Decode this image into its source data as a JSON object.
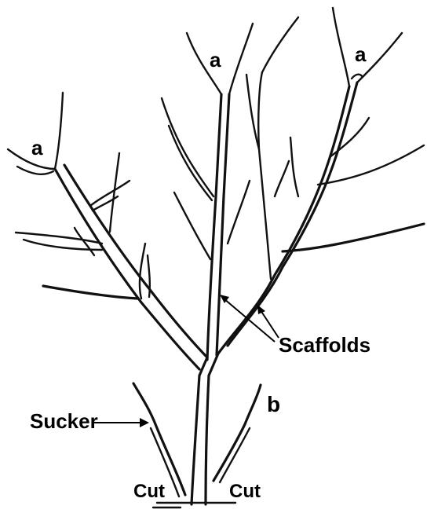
{
  "diagram": {
    "labels": {
      "a_left": "a",
      "a_center": "a",
      "a_right": "a",
      "scaffolds": "Scaffolds",
      "sucker": "Sucker",
      "b": "b",
      "cut_left": "Cut",
      "cut_right": "Cut"
    },
    "colors": {
      "line": "#111111",
      "background": "#ffffff"
    }
  }
}
